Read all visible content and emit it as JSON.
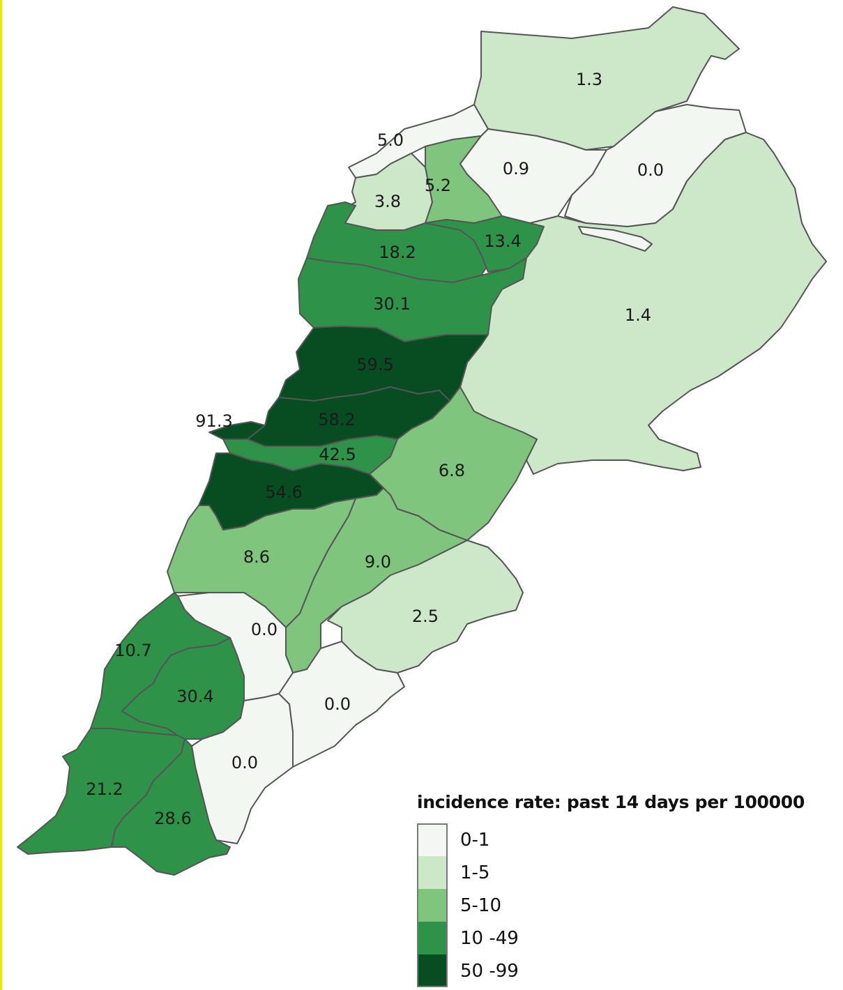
{
  "map": {
    "colors": {
      "c0_1": "#f2f7f1",
      "c1_5": "#cce8c8",
      "c5_10": "#7fc57e",
      "c10_49": "#2f9249",
      "c50_99": "#074d22"
    },
    "districts": [
      {
        "id": "akkar",
        "label": "1.3",
        "bin": "c1_5"
      },
      {
        "id": "tripoli",
        "label": "5.0",
        "bin": "c0_1"
      },
      {
        "id": "batroun",
        "label": "3.8",
        "bin": "c1_5"
      },
      {
        "id": "koura",
        "label": "5.2",
        "bin": "c5_10"
      },
      {
        "id": "minieh",
        "label": "0.9",
        "bin": "c0_1"
      },
      {
        "id": "hermel",
        "label": "0.0",
        "bin": "c0_1"
      },
      {
        "id": "byblos",
        "label": "18.2",
        "bin": "c10_49"
      },
      {
        "id": "bsharri",
        "label": "13.4",
        "bin": "c10_49"
      },
      {
        "id": "keserwan",
        "label": "30.1",
        "bin": "c10_49"
      },
      {
        "id": "baalbek",
        "label": "1.4",
        "bin": "c1_5"
      },
      {
        "id": "metn",
        "label": "59.5",
        "bin": "c50_99"
      },
      {
        "id": "beirut",
        "label": "91.3",
        "bin": "c50_99"
      },
      {
        "id": "baabda",
        "label": "58.2",
        "bin": "c50_99"
      },
      {
        "id": "aley",
        "label": "42.5",
        "bin": "c10_49"
      },
      {
        "id": "zahle",
        "label": "6.8",
        "bin": "c5_10"
      },
      {
        "id": "chouf",
        "label": "54.6",
        "bin": "c50_99"
      },
      {
        "id": "jezzine",
        "label": "8.6",
        "bin": "c5_10"
      },
      {
        "id": "westbekaa",
        "label": "9.0",
        "bin": "c5_10"
      },
      {
        "id": "rachaya",
        "label": "2.5",
        "bin": "c1_5"
      },
      {
        "id": "nabatieh",
        "label": "0.0",
        "bin": "c0_1"
      },
      {
        "id": "saida",
        "label": "10.7",
        "bin": "c10_49"
      },
      {
        "id": "zahrani",
        "label": "30.4",
        "bin": "c10_49"
      },
      {
        "id": "hasbaya",
        "label": "0.0",
        "bin": "c0_1"
      },
      {
        "id": "marjayoun",
        "label": "0.0",
        "bin": "c0_1"
      },
      {
        "id": "tyre",
        "label": "21.2",
        "bin": "c10_49"
      },
      {
        "id": "bintjbeil",
        "label": "28.6",
        "bin": "c10_49"
      }
    ]
  },
  "legend": {
    "title": "incidence rate: past 14 days per 100000",
    "items": [
      {
        "label": "0-1",
        "bin": "c0_1"
      },
      {
        "label": "1-5",
        "bin": "c1_5"
      },
      {
        "label": "5-10",
        "bin": "c5_10"
      },
      {
        "label": "10 -49",
        "bin": "c10_49"
      },
      {
        "label": "50 -99",
        "bin": "c50_99"
      }
    ]
  }
}
